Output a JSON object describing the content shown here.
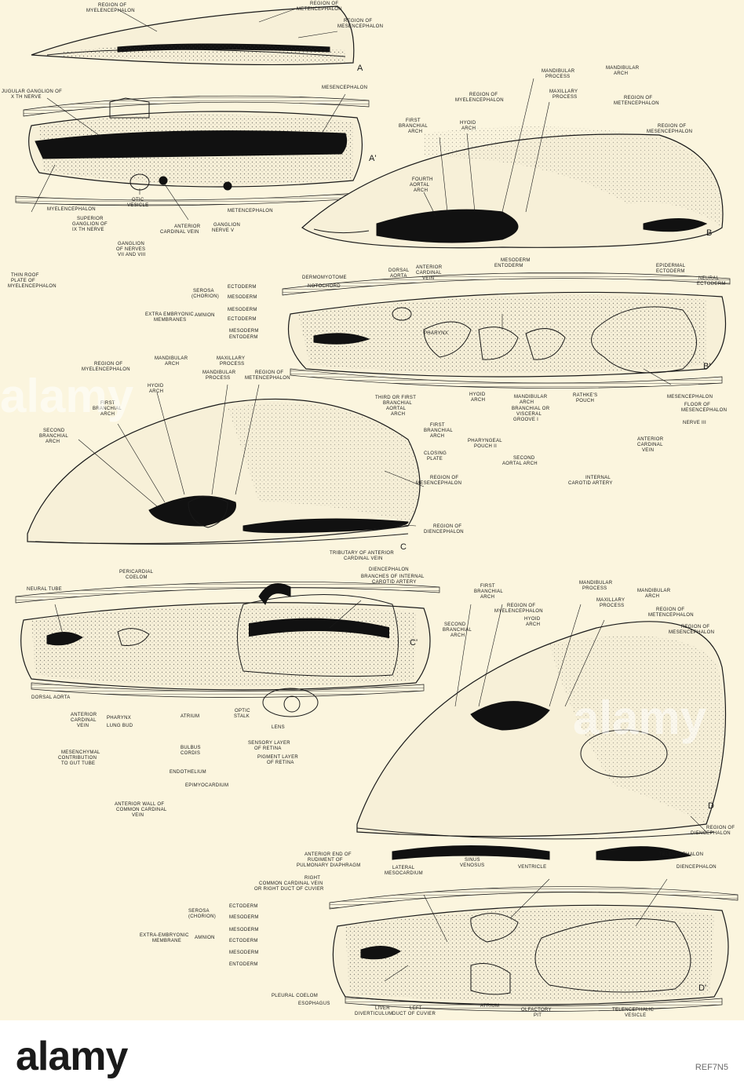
{
  "panels": {
    "A": {
      "letter": "A",
      "labels": [
        "REGION OF",
        "MYELENCEPHALON",
        "REGION OF",
        "METENCEPHALON",
        "REGION OF",
        "MESENCEPHALON"
      ]
    },
    "A_prime": {
      "letter": "A'",
      "labels": [
        "JUGULAR GANGLION OF",
        "X TH NERVE",
        "MESENCEPHALON",
        "MYELENCEPHALON",
        "OTIC",
        "VESICLE",
        "METENCEPHALON",
        "SUPERIOR",
        "GANGLION OF",
        "IX TH NERVE",
        "ANTERIOR",
        "CARDINAL VEIN",
        "GANGLION",
        "NERVE V",
        "GANGLION",
        "OF NERVES",
        "VII AND VIII",
        "THIN ROOF",
        "PLATE OF",
        "MYELENCEPHALON"
      ]
    },
    "B": {
      "letter": "B",
      "labels": [
        "MANDIBULAR",
        "PROCESS",
        "MANDIBULAR",
        "ARCH",
        "MAXILLARY",
        "PROCESS",
        "REGION OF",
        "MYELENCEPHALON",
        "REGION OF",
        "METENCEPHALON",
        "FIRST",
        "BRANCHIAL",
        "ARCH",
        "HYOID",
        "ARCH",
        "REGION OF",
        "MESENCEPHALON",
        "FOURTH",
        "AORTAL",
        "ARCH"
      ]
    },
    "B_prime": {
      "letter": "B'",
      "labels": [
        "EPIDERMAL",
        "ECTODERM",
        "NEURAL",
        "ECTODERM",
        "MESODERM",
        "ENTODERM",
        "ANTERIOR",
        "CARDINAL",
        "VEIN",
        "DORSAL",
        "AORTA",
        "DERMOMYOTOME",
        "NOTOCHORD",
        "ECTODERM",
        "MESODERM",
        "SEROSA",
        "(CHORION)",
        "EXTRA EMBRYONIC",
        "MEMBRANES",
        "MESODERM",
        "ECTODERM",
        "AMNION",
        "MESODERM",
        "ENTODERM",
        "PHARYNX",
        "MESENCEPHALON",
        "FLOOR OF",
        "MESENCEPHALON",
        "NERVE III",
        "ANTERIOR",
        "CARDINAL",
        "VEIN",
        "THIRD OR FIRST",
        "BRANCHIAL",
        "AORTAL",
        "ARCH",
        "HYOID",
        "ARCH",
        "MANDIBULAR",
        "ARCH",
        "RATHKE'S",
        "POUCH",
        "BRANCHIAL OR",
        "VISCERAL",
        "GROOVE I",
        "FIRST",
        "BRANCHIAL",
        "ARCH",
        "PHARYNGEAL",
        "POUCH II",
        "CLOSING",
        "PLATE",
        "SECOND",
        "AORTAL ARCH",
        "INTERNAL",
        "CAROTID ARTERY"
      ]
    },
    "C": {
      "letter": "C",
      "labels": [
        "MANDIBULAR",
        "ARCH",
        "MAXILLARY",
        "PROCESS",
        "MANDIBULAR",
        "PROCESS",
        "REGION OF",
        "MYELENCEPHALON",
        "REGION OF",
        "METENCEPHALON",
        "HYOID",
        "ARCH",
        "FIRST",
        "BRANCHIAL",
        "ARCH",
        "SECOND",
        "BRANCHIAL",
        "ARCH",
        "REGION OF",
        "MESENCEPHALON",
        "REGION OF",
        "DIENCEPHALON"
      ]
    },
    "C_prime": {
      "letter": "C'",
      "labels": [
        "TRIBUTARY OF ANTERIOR",
        "CARDINAL VEIN",
        "PERICARDIAL",
        "COELOM",
        "DIENCEPHALON",
        "BRANCHES OF INTERNAL",
        "CAROTID ARTERY",
        "NEURAL TUBE",
        "DORSAL AORTA",
        "ANTERIOR",
        "CARDINAL",
        "VEIN",
        "PHARYNX",
        "LUNG BUD",
        "ATRIUM",
        "OPTIC",
        "STALK",
        "LENS",
        "SENSORY LAYER",
        "OF RETINA",
        "PIGMENT LAYER",
        "OF RETINA",
        "MESENCHYMAL",
        "CONTRIBUTION",
        "TO GUT TUBE",
        "BULBUS",
        "CORDIS",
        "ENDOTHELIUM",
        "EPIMYOCARDIUM",
        "ANTERIOR WALL OF",
        "COMMON CARDINAL",
        "VEIN"
      ]
    },
    "D": {
      "letter": "D",
      "labels": [
        "FIRST",
        "BRANCHIAL",
        "ARCH",
        "MANDIBULAR",
        "PROCESS",
        "MANDIBULAR",
        "ARCH",
        "MAXILLARY",
        "PROCESS",
        "REGION OF",
        "METENCEPHALON",
        "REGION OF",
        "MYELENCEPHALON",
        "HYOID",
        "ARCH",
        "SECOND",
        "BRANCHIAL",
        "ARCH",
        "REGION OF",
        "MESENCEPHALON",
        "REGION OF",
        "DIENCEPHALON"
      ]
    },
    "D_prime": {
      "letter": "D'",
      "labels": [
        "ANTERIOR END OF",
        "RUDIMENT OF",
        "PULMONARY DIAPHRAGM",
        "LATERAL",
        "MESOCARDIUM",
        "SINUS",
        "VENOSUS",
        "VENTRICLE",
        "TELENCEPHALON",
        "DIENCEPHALON",
        "RIGHT",
        "COMMON CARDINAL VEIN",
        "OR RIGHT DUCT OF CUVIER",
        "ECTODERM",
        "MESODERM",
        "SEROSA",
        "(CHORION)",
        "EXTRA-EMBRYONIC",
        "MEMBRANE",
        "MESODERM",
        "ECTODERM",
        "AMNION",
        "MESODERM",
        "ENTODERM",
        "PLEURAL COELOM",
        "ESOPHAGUS",
        "LIVER",
        "DIVERTICULUM",
        "LEFT",
        "DUCT OF CUVIER",
        "ATRIUM",
        "OLFACTORY",
        "PIT",
        "TELENCEPHALIC",
        "VESICLE"
      ]
    }
  },
  "footer": {
    "logo_text": "alamy",
    "image_code": "REF7N5",
    "watermark_text": "alamy"
  },
  "colors": {
    "paper": "#fbf5de",
    "ink": "#111111",
    "footer_bg": "#ffffff"
  }
}
